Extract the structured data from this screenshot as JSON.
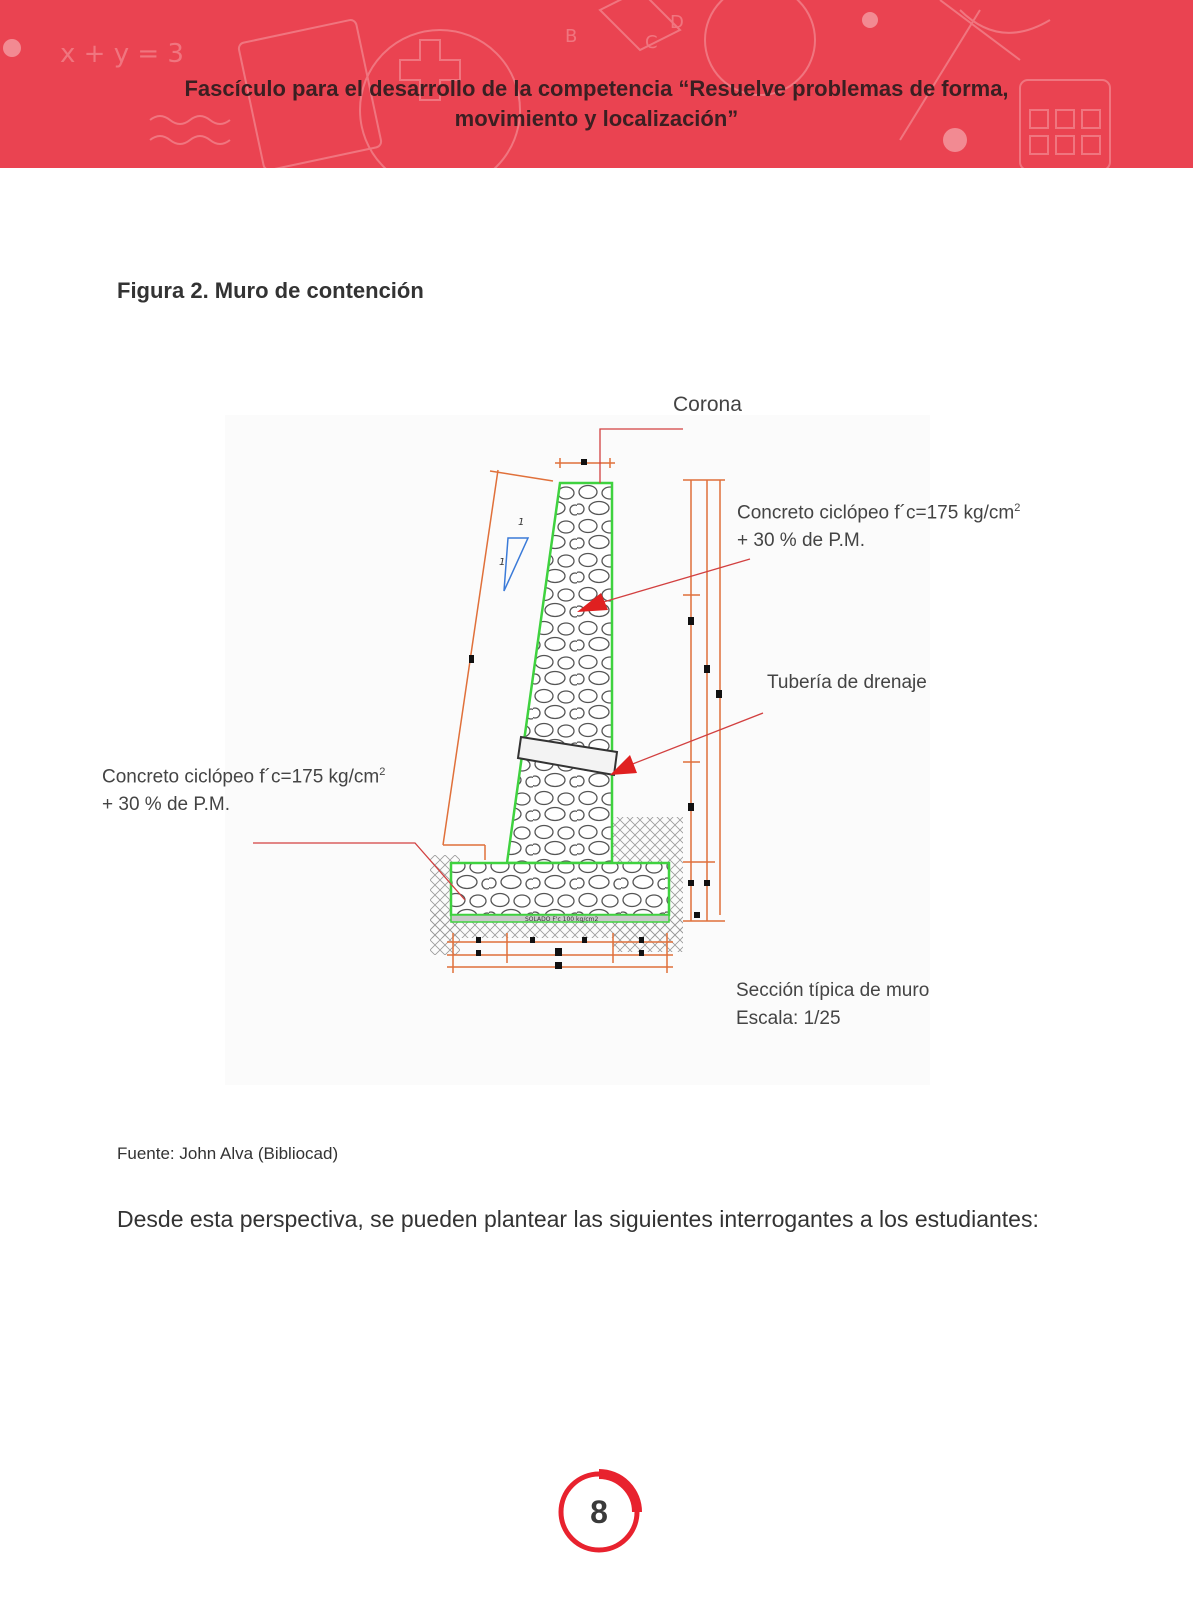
{
  "header": {
    "title_line1": "Fascículo para el desarrollo de la competencia “Resuelve problemas de forma,",
    "title_line2": "movimiento y localización”",
    "background_color": "#ea4351"
  },
  "figure": {
    "title": "Figura 2. Muro de contención",
    "labels": {
      "corona": "Corona",
      "concrete_right_line1": "Concreto ciclópeo f´c=175 kg/cm",
      "concrete_right_sup": "2",
      "concrete_right_line2": "+ 30 % de P.M.",
      "drainage": "Tubería de drenaje",
      "concrete_left_line1": "Concreto ciclópeo f´c=175 kg/cm",
      "concrete_left_sup": "2",
      "concrete_left_line2": "+ 30 % de P.M.",
      "section": "Sección típica de muro",
      "scale": "Escala: 1/25"
    },
    "slope_labels": [
      "1",
      "1"
    ],
    "solado_text": "SOLADO F'c 100 kg/cm2",
    "colors": {
      "wall_outline": "#3fd23f",
      "dimensions": "#e0703a",
      "arrow": "#e02020",
      "slope_triangle": "#3a7ad8"
    }
  },
  "source": "Fuente: John Alva (Bibliocad)",
  "body_text": "Desde esta perspectiva, se pueden plantear las siguientes interrogantes a los estudiantes:",
  "page_number": "8"
}
